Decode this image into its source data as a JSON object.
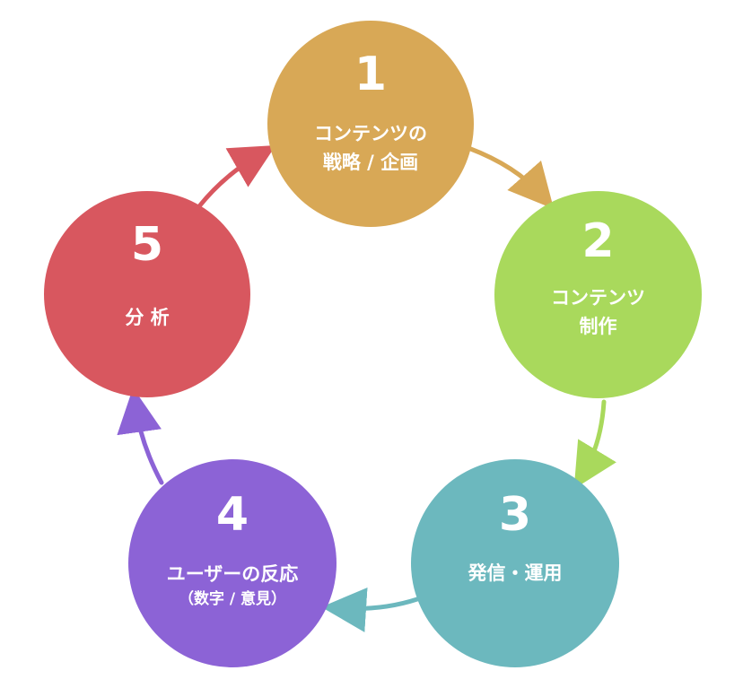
{
  "colors": {
    "step1": "#D8A856",
    "step2": "#A9D95C",
    "step3": "#6CB8BE",
    "step4": "#8C63D6",
    "step5": "#D8575F",
    "text": "#FFFFFF"
  },
  "steps": [
    {
      "number": "1",
      "line1": "コンテンツの",
      "line2": "戦略 / 企画"
    },
    {
      "number": "2",
      "line1": "コンテンツ",
      "line2": "制作"
    },
    {
      "number": "3",
      "line1": "発信・運用"
    },
    {
      "number": "4",
      "line1": "ユーザーの反応",
      "line2": "（数字 / 意見）"
    },
    {
      "number": "5",
      "line1": "分 析"
    }
  ]
}
